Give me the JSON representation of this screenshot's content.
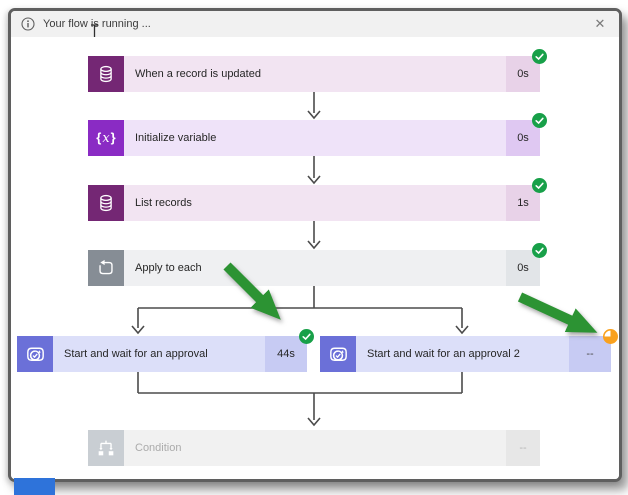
{
  "titlebar": {
    "title": "Your flow is running ...",
    "close_label": "✕",
    "info_icon": "info-icon"
  },
  "flow": {
    "steps": [
      {
        "label": "When a record is updated",
        "duration": "0s",
        "status": "success",
        "icon": "database-icon",
        "icon_color": "#742774",
        "body_color": "#f2e4f2",
        "duration_bg": "#e8d2e8"
      },
      {
        "label": "Initialize variable",
        "duration": "0s",
        "status": "success",
        "icon": "variable-icon",
        "glyph": [
          "{",
          "x",
          "}"
        ],
        "icon_color": "#8a2bc4",
        "body_color": "#efe3f9",
        "duration_bg": "#dfc8f2"
      },
      {
        "label": "List records",
        "duration": "1s",
        "status": "success",
        "icon": "database-icon",
        "icon_color": "#742774",
        "body_color": "#f2e4f2",
        "duration_bg": "#e8d2e8"
      },
      {
        "label": "Apply to each",
        "duration": "0s",
        "status": "success",
        "icon": "loop-icon",
        "icon_color": "#868d95",
        "body_color": "#eff0f2",
        "duration_bg": "#e2e5e8"
      },
      {
        "label": "Start and wait for an approval",
        "duration": "44s",
        "status": "success",
        "icon": "approval-icon",
        "icon_color": "#6b70d8",
        "body_color": "#dcdff9",
        "duration_bg": "#c7cbf3"
      },
      {
        "label": "Start and wait for an approval 2",
        "duration": "--",
        "status": "running",
        "icon": "approval-icon",
        "icon_color": "#6b70d8",
        "body_color": "#dcdff9",
        "duration_bg": "#c7cbf3"
      },
      {
        "label": "Condition",
        "duration": "--",
        "status": "pending",
        "icon": "condition-icon",
        "icon_color": "#c9ced3",
        "body_color": "#f1f1f1",
        "duration_bg": "#e7e7e7"
      }
    ],
    "status_colors": {
      "success": "#18a049",
      "running": "#f9a11e",
      "connector": "#4b4b4b",
      "annotation_arrow": "#2c9333"
    }
  }
}
